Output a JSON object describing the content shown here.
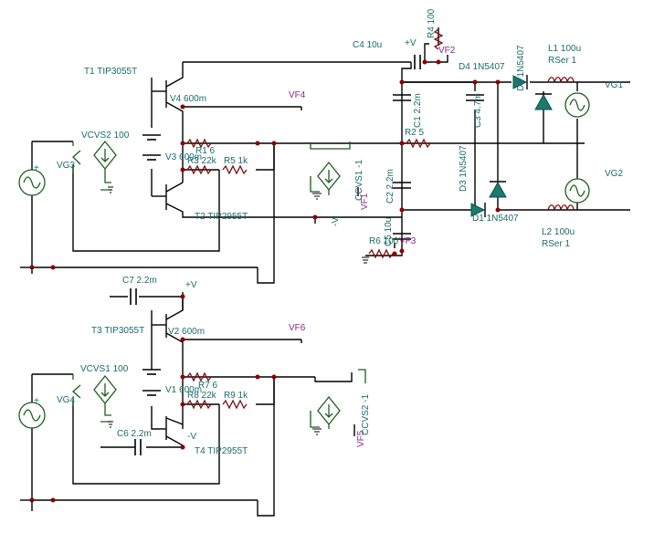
{
  "labels": {
    "c4": "C4 10u",
    "vpos_top": "+V",
    "r4": "R4 100",
    "vf2": "VF2",
    "d4": "D4 1N5407",
    "d2": "D2 1N5407",
    "l1": "L1 100u",
    "l1_rser": "RSer 1",
    "t1": "T1 TIP3055T",
    "vg1": "VG1",
    "v4": "V4 600m",
    "vf4": "VF4",
    "c1": "C1 2.2m",
    "c3": "C3 4.7m",
    "vcvs2": "VCVS2 100",
    "r1": "R1 6",
    "r2": "R2 5",
    "vg3": "VG3",
    "v3": "V3 600m",
    "r3": "R3 22k",
    "r5": "R5 1k",
    "ccvs1": "CCVS1 -1",
    "vf1": "VF1",
    "c2": "C2 2.2m",
    "d3": "D3 1N5407",
    "vg2": "VG2",
    "t2": "T2 TIP2955T",
    "vneg_top": "-V",
    "d1": "D1 1N5407",
    "c5": "C5 10u",
    "r6": "R6 100",
    "vf3": "VF3",
    "l2": "L2 100u",
    "l2_rser": "RSer 1",
    "c7": "C7 2.2m",
    "vpos_bot": "+V",
    "t3": "T3 TIP3055T",
    "v2": "V2 600m",
    "vf6": "VF6",
    "vcvs1": "VCVS1 100",
    "r7": "R7 6",
    "vg4": "VG4",
    "v1": "V1 600m",
    "r8": "R8 22k",
    "r9": "R9 1k",
    "ccvs2": "CCVS2 -1",
    "vf5": "VF5",
    "c6": "C6 2.2m",
    "vneg_bot": "-V",
    "t4": "T4 TIP2955T"
  },
  "icons": [
    "ac-source-icon",
    "vcvs-icon",
    "ccvs-icon",
    "battery-icon",
    "npn-transistor-icon",
    "pnp-transistor-icon",
    "diode-icon",
    "resistor-icon",
    "inductor-icon",
    "capacitor-icon",
    "ground-icon",
    "probe-icon"
  ],
  "colors": {
    "label": "#1b6b6b",
    "probe_label": "#8a2a8a",
    "junction": "#8b0000",
    "diode": "#1b7a6e",
    "resistor": "#7a1010",
    "source": "#1a5f1a"
  }
}
